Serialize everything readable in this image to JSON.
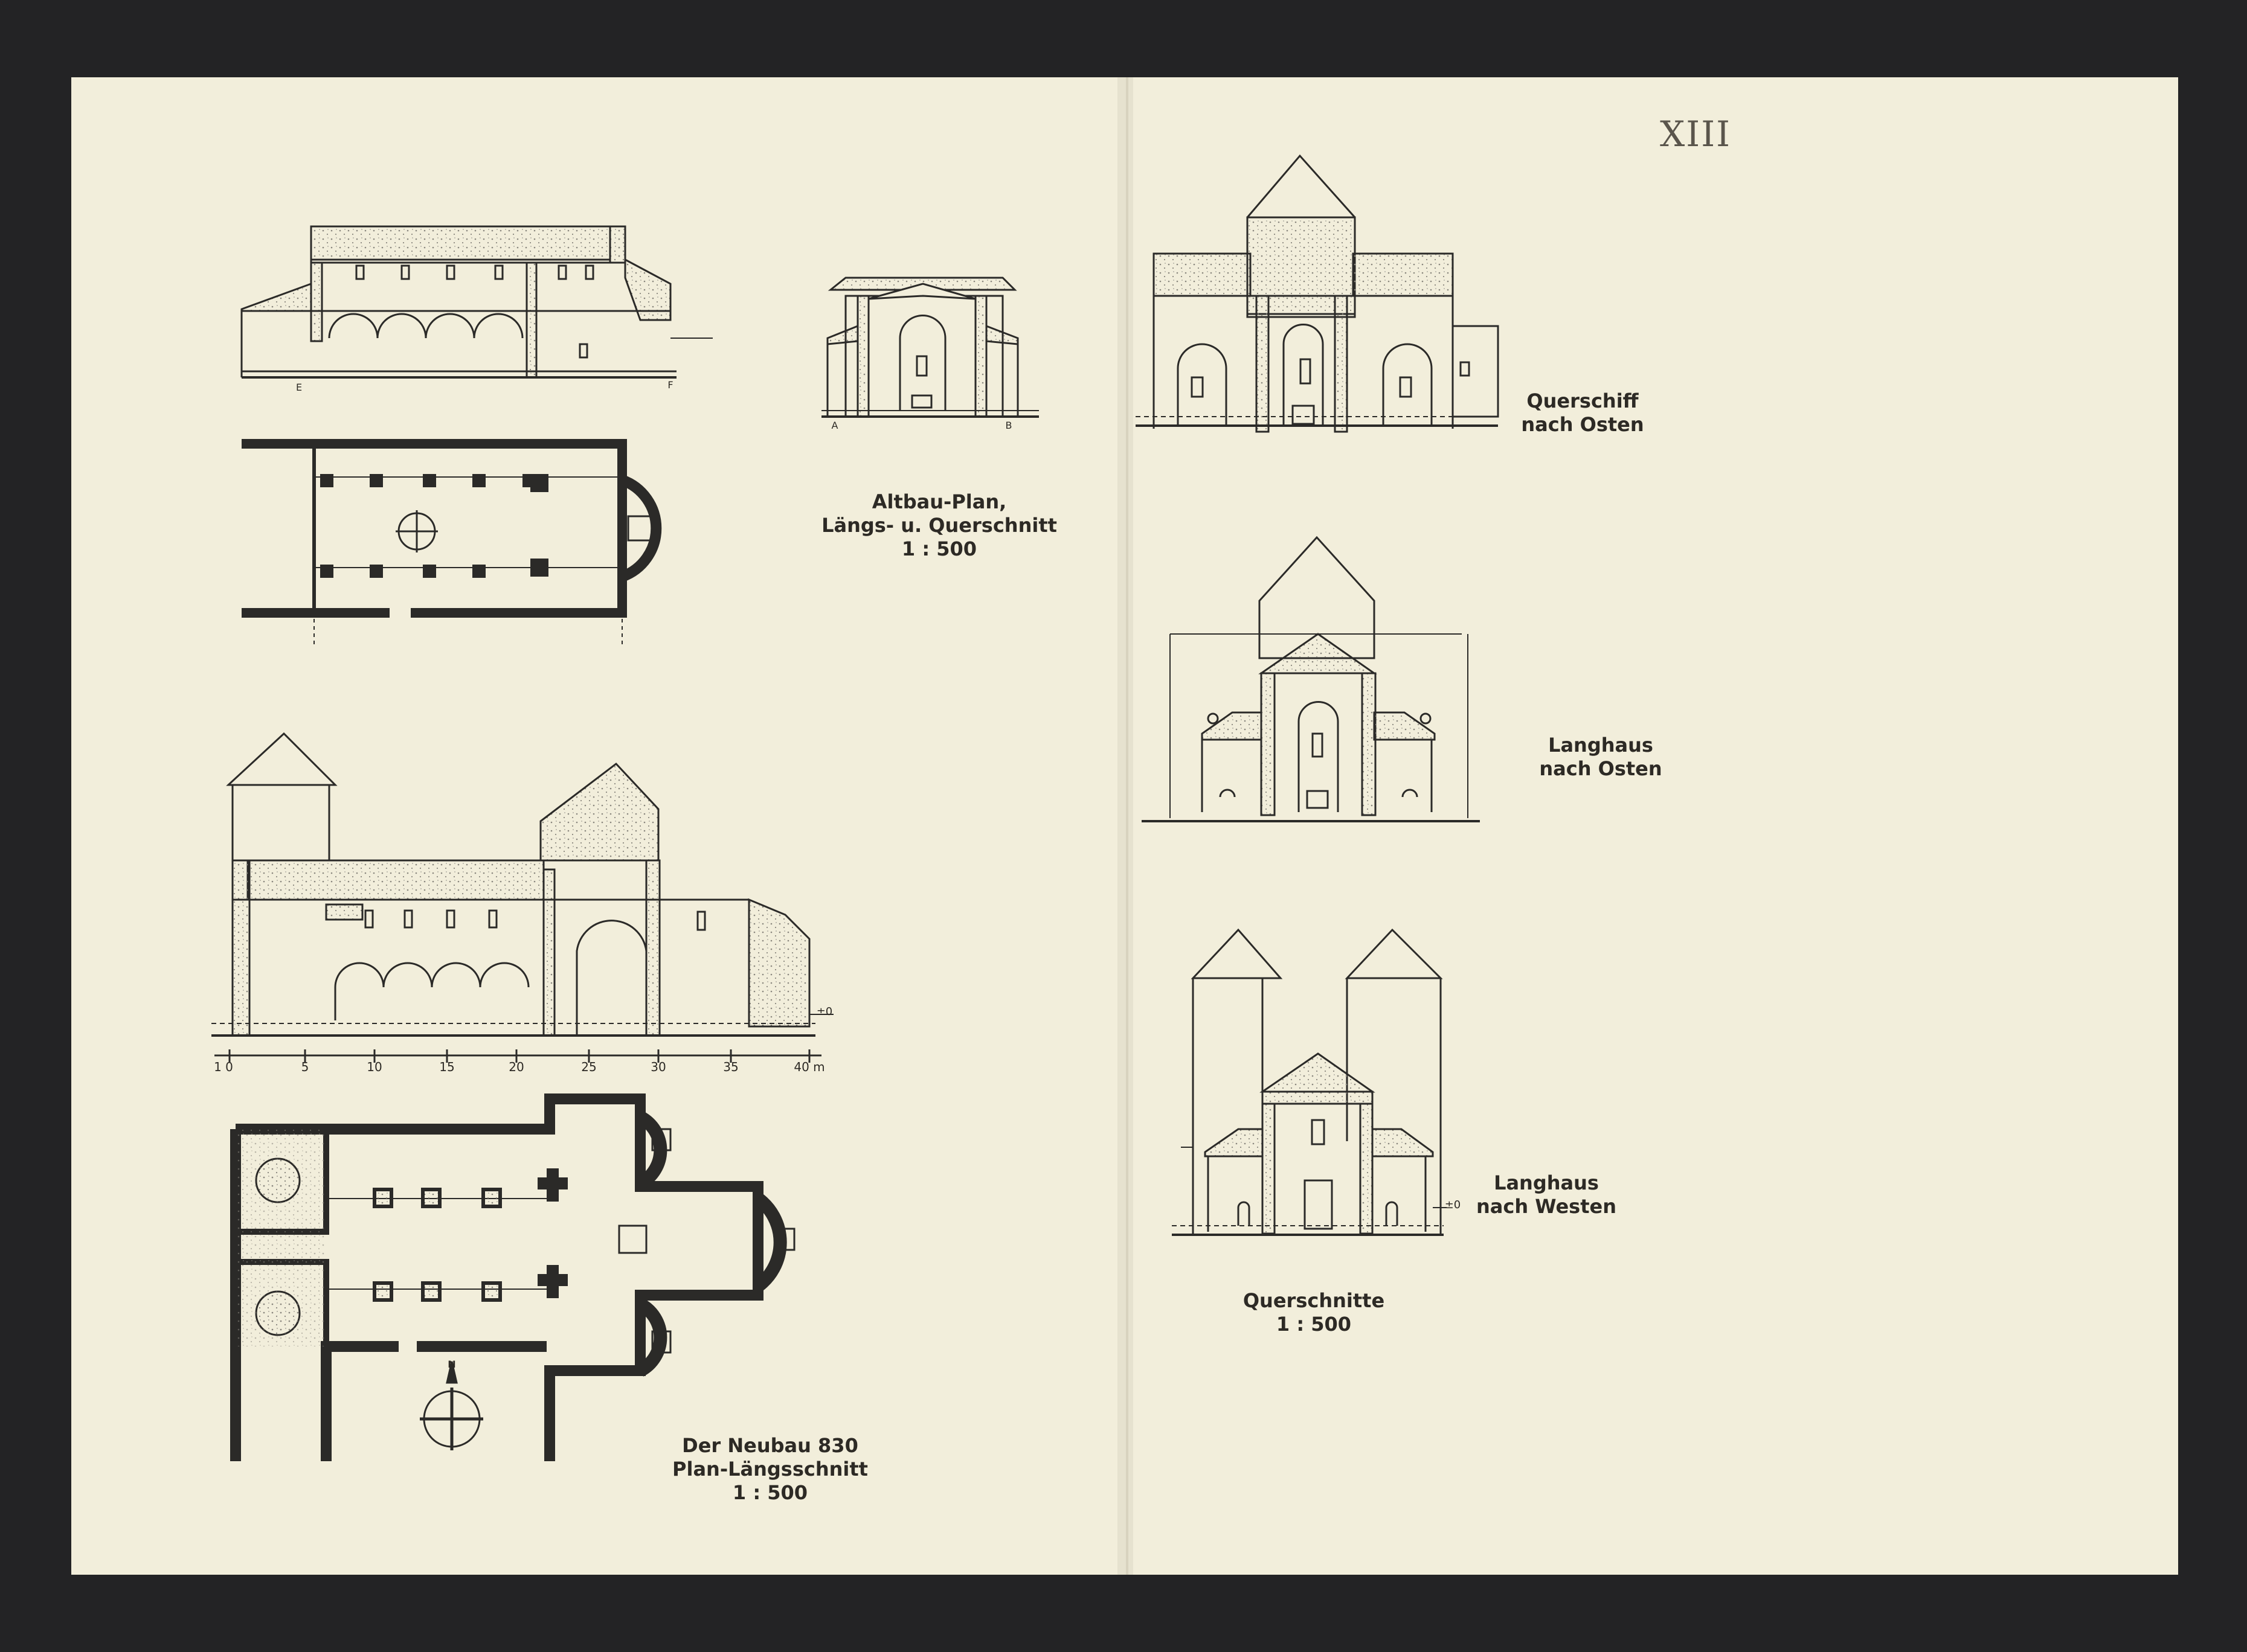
{
  "page_number": "XIII",
  "captions": {
    "altbau": {
      "line1": "Altbau-Plan,",
      "line2": "Längs- u. Querschnitt",
      "line3": "1 : 500"
    },
    "querschiff": {
      "line1": "Querschiff",
      "line2": "nach Osten"
    },
    "langhaus_osten": {
      "line1": "Langhaus",
      "line2": "nach Osten"
    },
    "langhaus_westen": {
      "line1": "Langhaus",
      "line2": "nach Westen"
    },
    "querschnitte": {
      "line1": "Querschnitte",
      "line2": "1 : 500"
    },
    "neubau": {
      "line1": "Der Neubau 830",
      "line2": "Plan-Längsschnitt",
      "line3": "1 : 500"
    }
  },
  "scale_bar": {
    "ticks": [
      "1 0",
      "5",
      "10",
      "15",
      "20",
      "25",
      "30",
      "35",
      "40 m"
    ]
  },
  "section_marks": {
    "altbau_long": [
      "E",
      "F"
    ],
    "altbau_cross": [
      "A",
      "B"
    ]
  },
  "levels": [
    "±0",
    "±0"
  ],
  "north_mark": "N",
  "colors": {
    "paper": "#f2eedb",
    "ink": "#2b2a28",
    "frame": "#232325",
    "text": "#2d2a25"
  }
}
